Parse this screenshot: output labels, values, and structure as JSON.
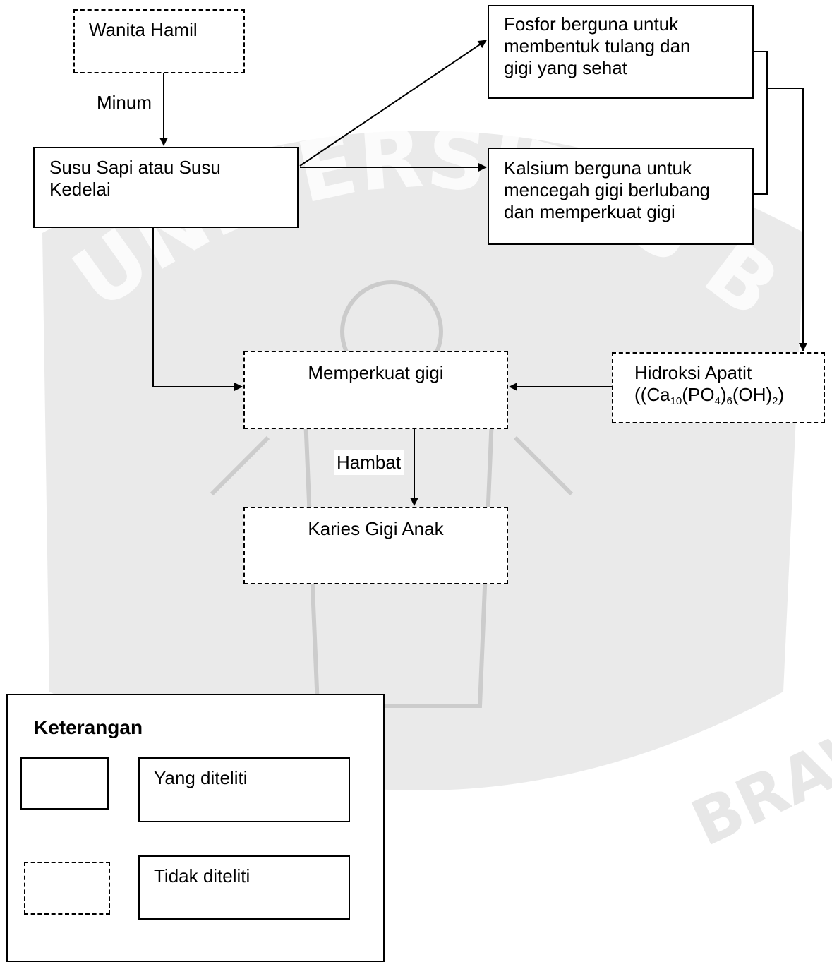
{
  "watermark": {
    "text": "UNIVERSITAS BRAWIJAYA",
    "background_text": "BRAWIJAYA",
    "color": "#d4d4d4"
  },
  "nodes": {
    "wanita_hamil": {
      "text": "Wanita Hamil"
    },
    "susu": {
      "text": "Susu Sapi atau Susu\nKedelai"
    },
    "fosfor": {
      "text": "Fosfor berguna untuk\nmembentuk tulang dan\ngigi yang sehat"
    },
    "kalsium": {
      "text": "Kalsium berguna untuk\nmencegah gigi berlubang\ndan memperkuat gigi"
    },
    "memperkuat": {
      "text": "Memperkuat gigi"
    },
    "hidroksi": {
      "line1": "Hidroksi Apatit",
      "formula": {
        "open": "((Ca",
        "sub1": "10",
        "mid1": "(PO",
        "sub2": "4",
        "mid2": ")",
        "sub3": "6",
        "mid3": "(OH)",
        "sub4": "2",
        "close": ")"
      }
    },
    "karies": {
      "text": "Karies Gigi Anak"
    }
  },
  "edge_labels": {
    "minum": "Minum",
    "hambat": "Hambat"
  },
  "legend": {
    "title": "Keterangan",
    "items": [
      {
        "style": "solid",
        "label": "Yang diteliti"
      },
      {
        "style": "dashed",
        "label": "Tidak diteliti"
      }
    ]
  }
}
